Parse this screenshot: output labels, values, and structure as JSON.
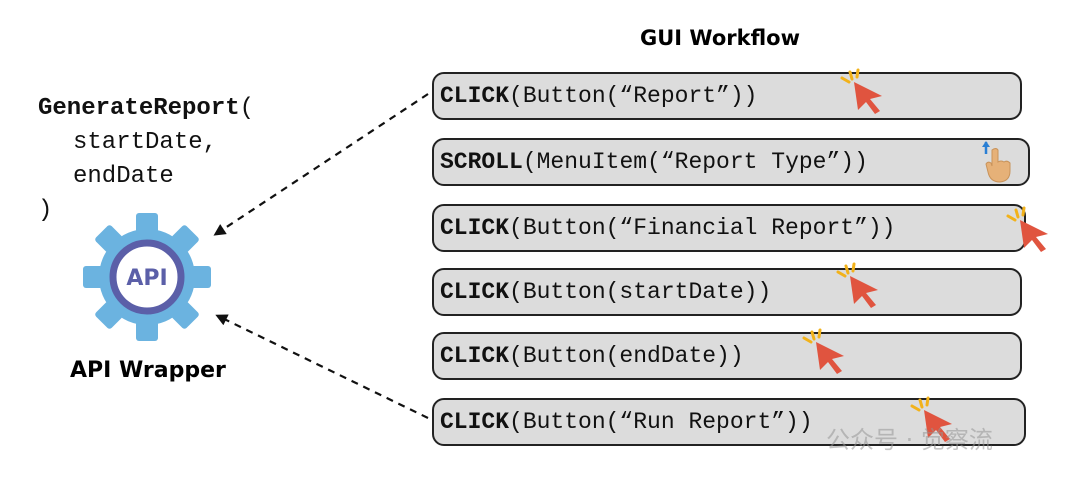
{
  "api_signature": {
    "function": "GenerateReport",
    "open_paren": "(",
    "params": [
      "startDate,",
      "endDate"
    ],
    "close_paren": ")"
  },
  "api_icon": {
    "label": "API",
    "icon": "gear-icon"
  },
  "api_wrapper_label": "API Wrapper",
  "gui_workflow": {
    "title": "GUI Workflow",
    "steps": [
      {
        "action": "CLICK",
        "args": "(Button(“Report”))",
        "icon": "click-cursor-icon"
      },
      {
        "action": "SCROLL",
        "args": "(MenuItem(“Report Type”))",
        "icon": "scroll-hand-icon"
      },
      {
        "action": "CLICK",
        "args": "(Button(“Financial Report”))",
        "icon": "click-cursor-icon"
      },
      {
        "action": "CLICK",
        "args": "(Button(startDate))",
        "icon": "click-cursor-icon"
      },
      {
        "action": "CLICK",
        "args": "(Button(endDate))",
        "icon": "click-cursor-icon"
      },
      {
        "action": "CLICK",
        "args": "(Button(“Run Report”))",
        "icon": "click-cursor-icon"
      }
    ]
  },
  "colors": {
    "gear_blue": "#6bb3e0",
    "api_ring": "#5b5fa8",
    "cursor_red": "#e0543f",
    "click_spark": "#f2b21a",
    "step_fill": "#dcdcdc"
  },
  "watermark": "公众号 · 觉察流"
}
